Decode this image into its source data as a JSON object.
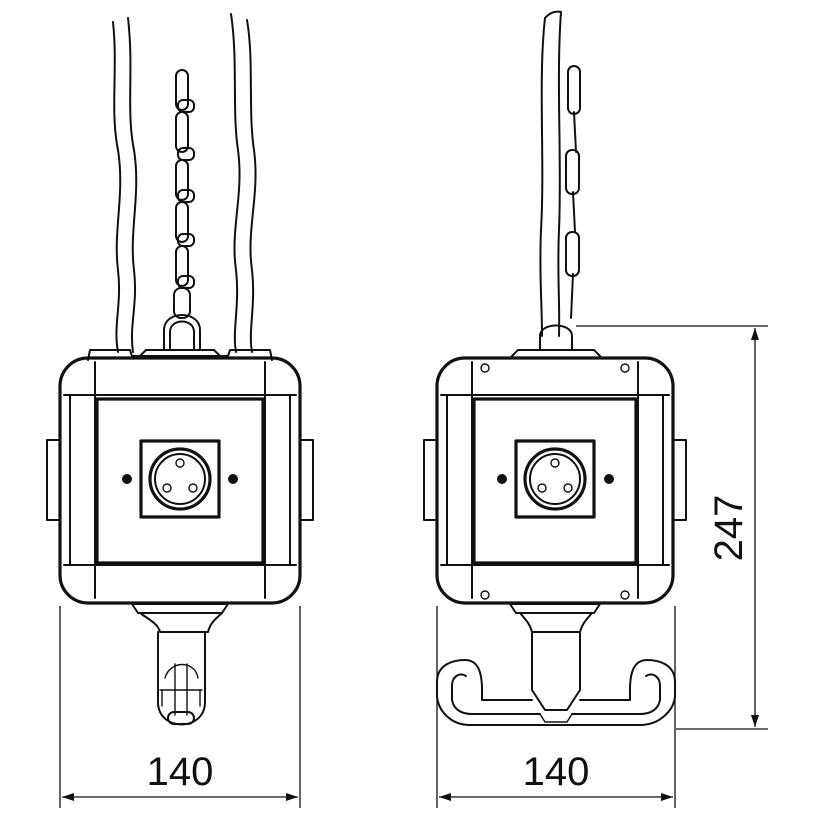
{
  "dimensions": {
    "front_width": "140",
    "side_width": "140",
    "side_height": "247"
  },
  "colors": {
    "line": "#111111",
    "background": "#ffffff"
  }
}
